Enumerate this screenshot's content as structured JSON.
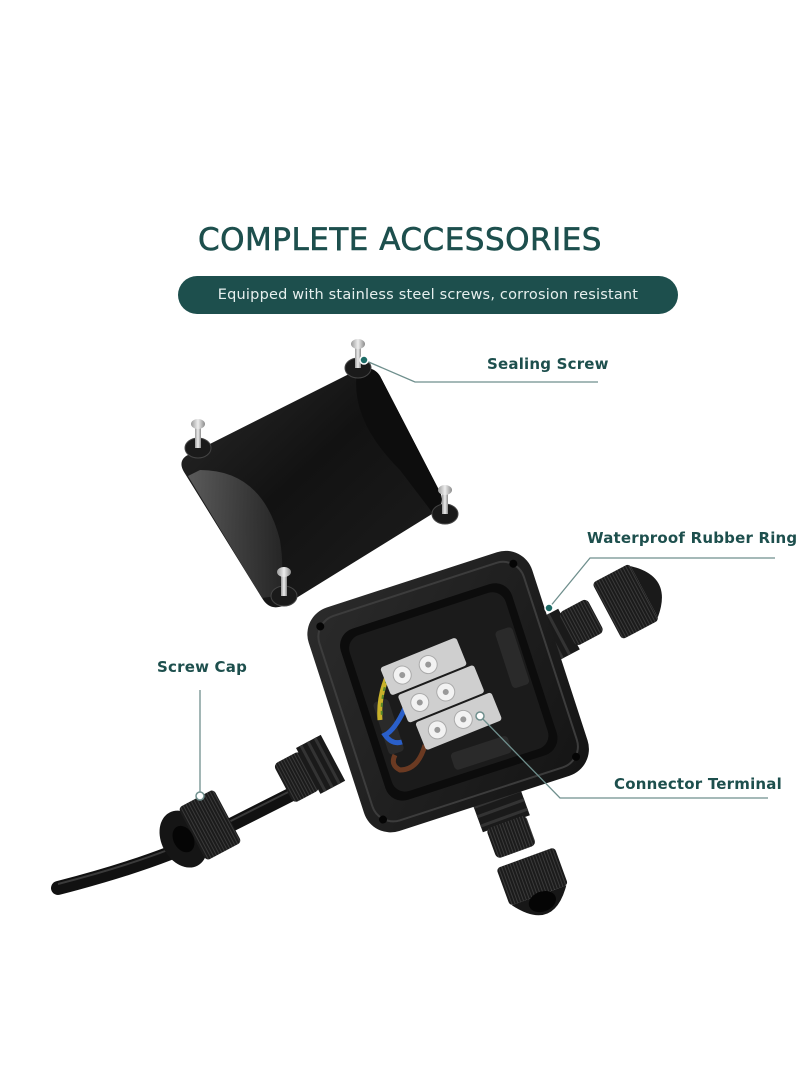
{
  "header": {
    "title": "COMPLETE ACCESSORIES",
    "subtitle": "Equipped with stainless steel screws, corrosion resistant"
  },
  "callouts": [
    {
      "id": "sealing-screw",
      "label": "Sealing Screw"
    },
    {
      "id": "waterproof-rubber-ring",
      "label": "Waterproof Rubber Ring"
    },
    {
      "id": "screw-cap",
      "label": "Screw Cap"
    },
    {
      "id": "connector-terminal",
      "label": "Connector Terminal"
    }
  ],
  "colors": {
    "brand_teal": "#1d4f4d",
    "leader_line": "#6f8f8d",
    "product_black": "#1a1a1a",
    "background": "#ffffff"
  }
}
